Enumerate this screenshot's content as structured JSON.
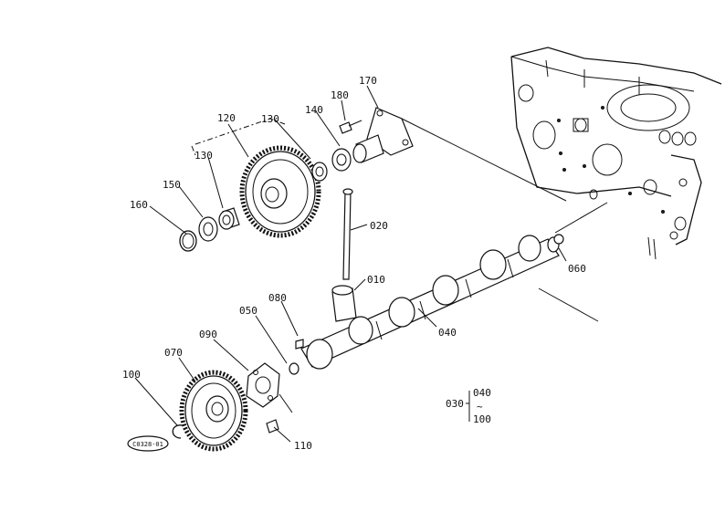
{
  "labels": {
    "p180": "180",
    "p170": "170",
    "p120": "120",
    "p130a": "130",
    "p140": "140",
    "p130b": "130",
    "p150": "150",
    "p160": "160",
    "p020": "020",
    "p010": "010",
    "p060": "060",
    "p080": "080",
    "p050": "050",
    "p090": "090",
    "p070": "070",
    "p040": "040",
    "p100": "100",
    "p110": "110"
  },
  "assembly": {
    "parent": "030",
    "from": "040",
    "to": "100",
    "tilde": "~"
  },
  "stamp": "C0328-01"
}
